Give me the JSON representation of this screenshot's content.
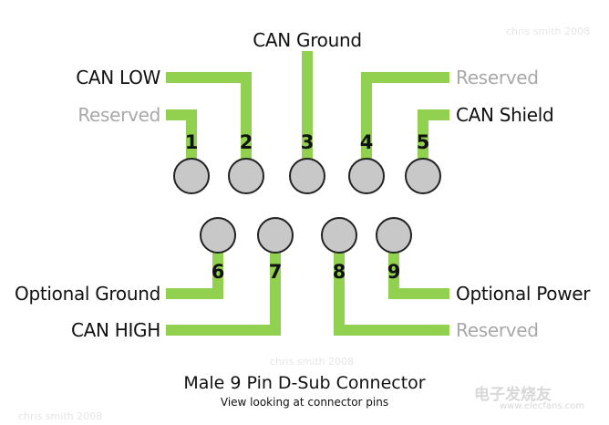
{
  "colors": {
    "wire": "#92d050",
    "pin_fill": "#c8c8c8",
    "pin_stroke": "#222222",
    "active_text": "#111111",
    "inactive_text": "#a8a8a8"
  },
  "title": "Male 9 Pin D-Sub Connector",
  "subtitle": "View looking at connector pins",
  "watermarks": {
    "top": "chris smith 2008",
    "middle": "chris smith 2008",
    "bottom": "chris smith 2008"
  },
  "logo": {
    "main": "电子发烧友",
    "sub": "www.elecfans.com"
  },
  "pins": [
    {
      "number": "1",
      "label": "Reserved",
      "active": false
    },
    {
      "number": "2",
      "label": "CAN LOW",
      "active": true
    },
    {
      "number": "3",
      "label": "CAN Ground",
      "active": true
    },
    {
      "number": "4",
      "label": "Reserved",
      "active": false
    },
    {
      "number": "5",
      "label": "CAN Shield",
      "active": true
    },
    {
      "number": "6",
      "label": "Optional Ground",
      "active": true
    },
    {
      "number": "7",
      "label": "CAN HIGH",
      "active": true
    },
    {
      "number": "8",
      "label": "Reserved",
      "active": false
    },
    {
      "number": "9",
      "label": "Optional Power",
      "active": true
    }
  ]
}
